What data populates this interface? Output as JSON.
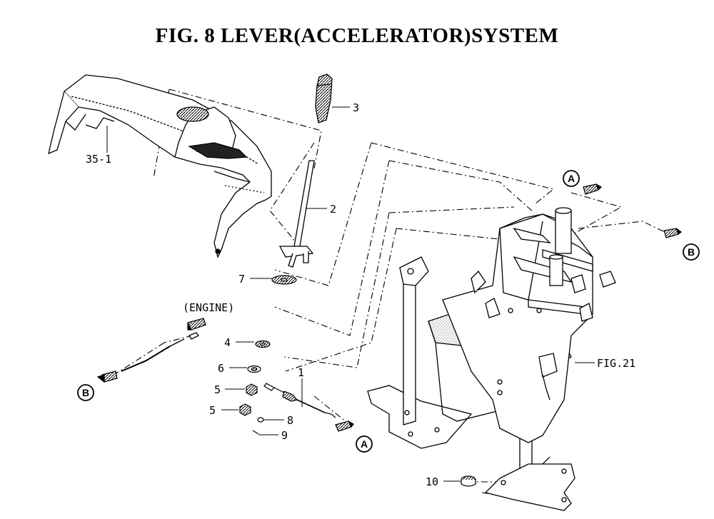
{
  "figure": {
    "title": "FIG. 8  LEVER(ACCELERATOR)SYSTEM"
  },
  "callouts": {
    "p3": "3",
    "p2": "2",
    "p7": "7",
    "p351": "35-1",
    "p4": "4",
    "p6": "6",
    "p5a": "5",
    "p5b": "5",
    "p1": "1",
    "p8": "8",
    "p9": "9",
    "p10": "10",
    "fig21": "FIG.21",
    "engine": "(ENGINE)"
  },
  "connectors": {
    "a_top": "A",
    "a_bottom": "A",
    "b_right": "B",
    "b_left": "B"
  }
}
